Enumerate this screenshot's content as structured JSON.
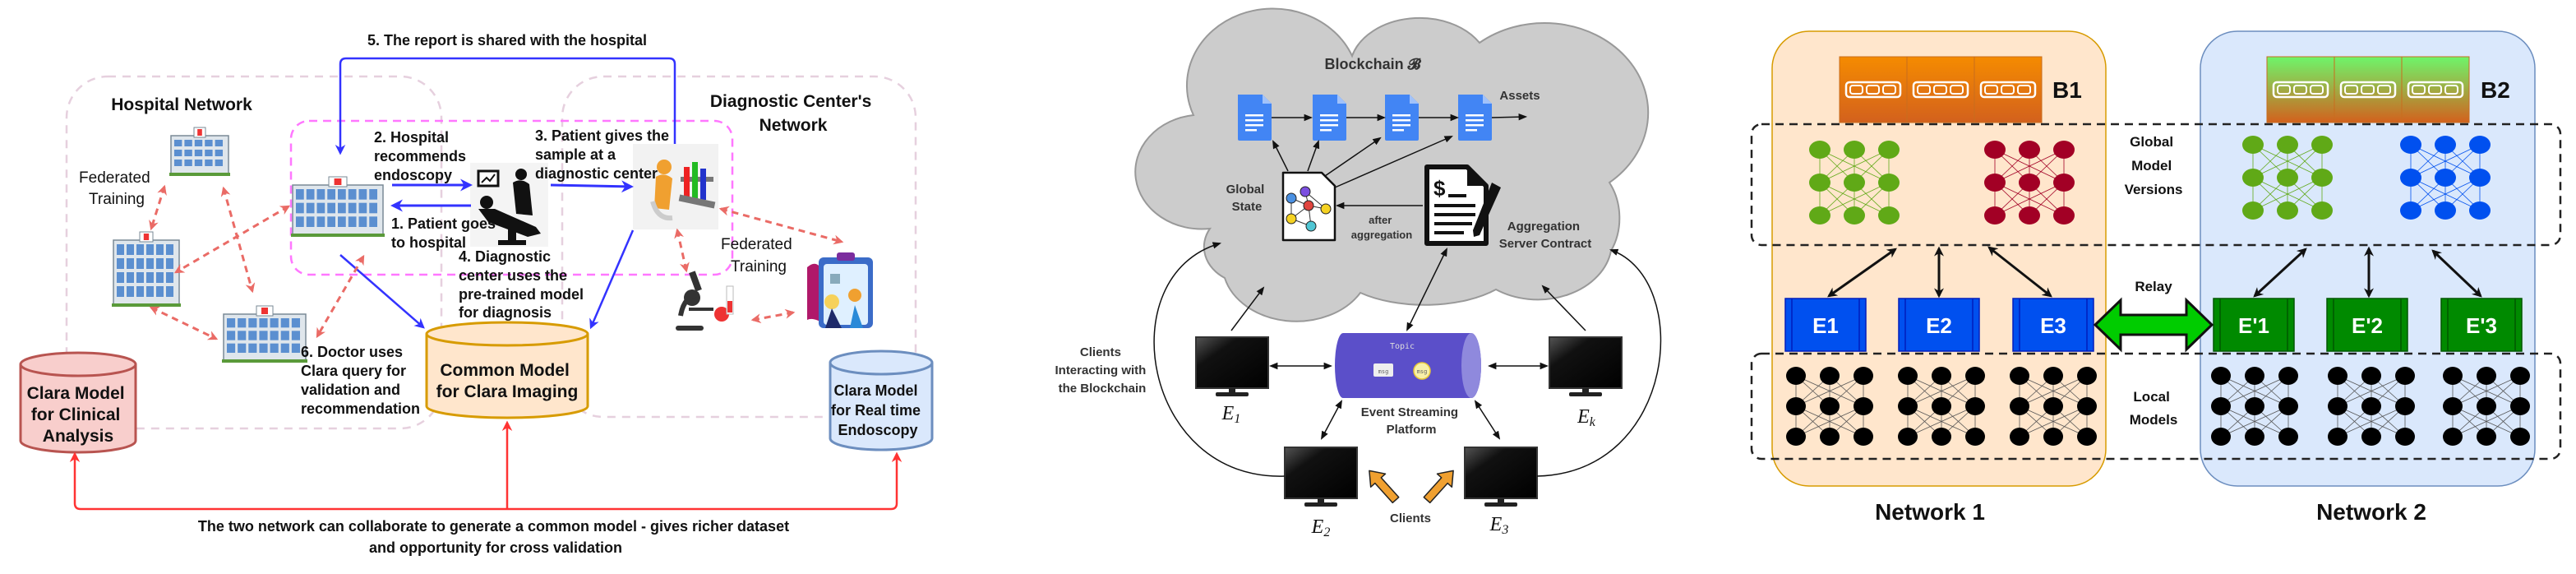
{
  "panel1": {
    "report_shared": "5. The report is shared with the hospital",
    "hospital_network": "Hospital Network",
    "diagnostic_network": [
      "Diagnostic Center's",
      "Network"
    ],
    "federated_training_left": [
      "Federated",
      "Training"
    ],
    "federated_training_right": [
      "Federated",
      "Training"
    ],
    "step2": [
      "2. Hospital",
      "recommends",
      "endoscopy"
    ],
    "step3": [
      "3. Patient gives the",
      "sample at a",
      "diagnostic center"
    ],
    "step1": [
      "1. Patient goes",
      "to hospital"
    ],
    "step4": [
      "4. Diagnostic",
      "center uses the",
      "pre-trained model",
      "for diagnosis"
    ],
    "step6": [
      "6. Doctor uses",
      "Clara query for",
      "validation and",
      "recommendation"
    ],
    "common_model": [
      "Common Model",
      "for Clara Imaging"
    ],
    "clara_clinical": [
      "Clara Model",
      "for Clinical",
      "Analysis"
    ],
    "clara_endoscopy": [
      "Clara Model",
      "for Real time",
      "Endoscopy"
    ],
    "bottom_caption": [
      "The two network can collaborate to generate a common model - gives richer dataset",
      "and opportunity for cross validation"
    ],
    "icons": [
      "hospital-icon",
      "patient-doctor-icon",
      "lab-icon",
      "microscope-icon",
      "clipboard-people-icon"
    ],
    "colors": {
      "flow": "#3333ff",
      "collab": "#ff3333",
      "federated": "#ea6b66",
      "common_fill": "#ffe6cc",
      "common_stroke": "#d79b00",
      "clinical_fill": "#f8cecc",
      "clinical_stroke": "#b85450",
      "endoscopy_fill": "#dae8fc",
      "endoscopy_stroke": "#6c8ebf"
    }
  },
  "panel2": {
    "blockchain": "Blockchain 𝓑",
    "assets": "Assets",
    "global_state": [
      "Global",
      "State"
    ],
    "after_aggregation": [
      "after",
      "aggregation"
    ],
    "contract": [
      "Aggregation",
      "Server Contract"
    ],
    "topic": "Topic",
    "msg": [
      "msg",
      "msg"
    ],
    "event_streaming": [
      "Event Streaming",
      "Platform"
    ],
    "clients_interacting": [
      "Clients",
      "Interacting with",
      "the Blockchain"
    ],
    "clients": "Clients",
    "nodes": [
      {
        "letter": "E",
        "sub": "1"
      },
      {
        "letter": "E",
        "sub": "2"
      },
      {
        "letter": "E",
        "sub": "3"
      },
      {
        "letter": "E",
        "sub": "k"
      }
    ],
    "icons": [
      "document-icon",
      "neural-network-document-icon",
      "contract-icon",
      "monitor-icon"
    ],
    "colors": {
      "cloud": "#cccccc",
      "doc": "#4285f4",
      "topic": "#5b4fc9",
      "client_arrow": "#f0a030"
    }
  },
  "panel3": {
    "b1": "B1",
    "b2": "B2",
    "global_model_versions": [
      "Global",
      "Model",
      "Versions"
    ],
    "local_models": [
      "Local",
      "Models"
    ],
    "relay": "Relay",
    "network1_nodes": [
      "E1",
      "E2",
      "E3"
    ],
    "network2_nodes": [
      "E'1",
      "E'2",
      "E'3"
    ],
    "network1": "Network 1",
    "network2": "Network 2",
    "colors": {
      "network1_fill": "#ffe6cc",
      "network1_stroke": "#d79b00",
      "network2_fill": "#dae8fc",
      "network2_stroke": "#6c8ebf",
      "e_box": "#0050ef",
      "e_prime_box": "#008a00",
      "relay": "#00cc00",
      "global_nn": [
        "#60a917",
        "#a20025",
        "#60a917",
        "#0050ef"
      ],
      "local_nn": "#000000"
    }
  }
}
